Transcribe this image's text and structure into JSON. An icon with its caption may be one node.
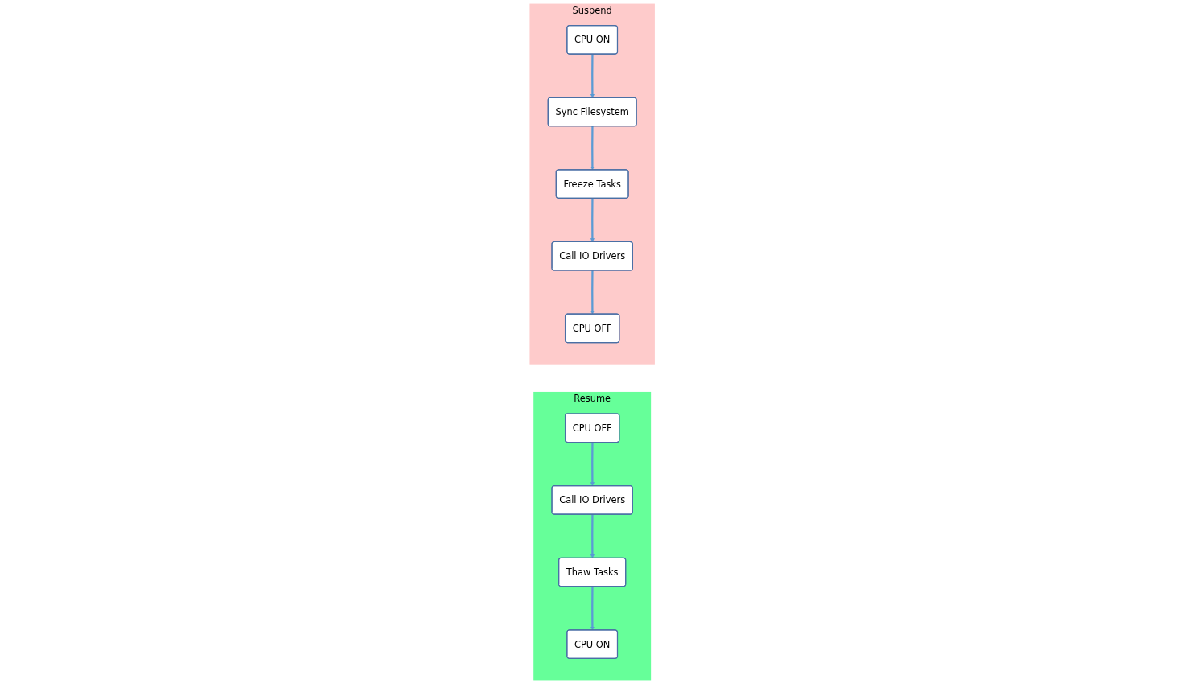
{
  "diagram": {
    "nodes": [
      {
        "text": [
          "Suspend"
        ]
      },
      {
        "text": [
          "CPU ON"
        ],
        "in": 0
      },
      {
        "text": [
          "Sync Filesystem"
        ],
        "in": 0
      },
      {
        "text": [
          "Freeze Tasks"
        ],
        "in": 0
      },
      {
        "text": [
          "Call IO Drivers"
        ],
        "in": 0
      },
      {
        "text": [
          "CPU OFF"
        ],
        "in": 0
      },
      {
        "text": [
          "Resume"
        ]
      },
      {
        "text": [
          "CPU OFF"
        ],
        "in": 6
      },
      {
        "text": [
          "Call IO Drivers"
        ],
        "in": 6
      },
      {
        "text": [
          "Thaw Tasks"
        ],
        "in": 6
      },
      {
        "text": [
          "CPU ON"
        ],
        "in": 6
      }
    ],
    "edges": [
      {
        "from": 1,
        "to": 2,
        "arrow": "to"
      },
      {
        "from": 2,
        "to": 3,
        "arrow": "to"
      },
      {
        "from": 3,
        "to": 4,
        "arrow": "to"
      },
      {
        "from": 4,
        "to": 5,
        "arrow": "to"
      },
      {
        "from": 7,
        "to": 8,
        "arrow": "to"
      },
      {
        "from": 8,
        "to": 9,
        "arrow": "to"
      },
      {
        "from": 9,
        "to": 10,
        "arrow": "to"
      }
    ]
  }
}
